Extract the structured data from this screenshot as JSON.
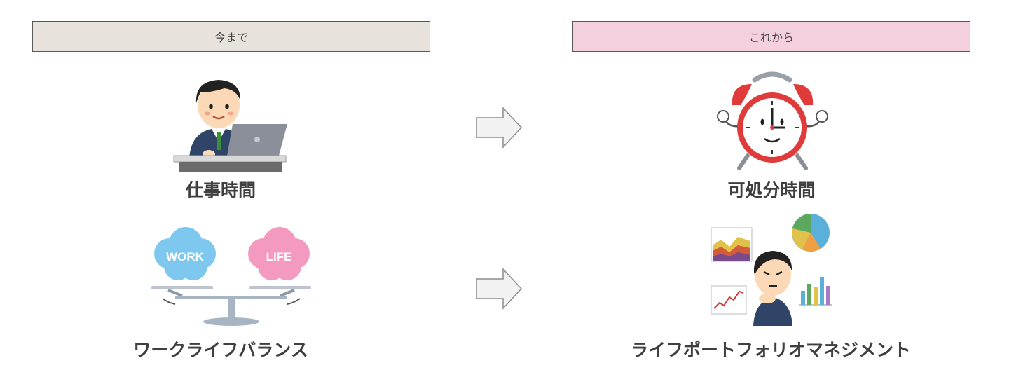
{
  "headers": {
    "before": "今まで",
    "after": "これから"
  },
  "before_items": [
    {
      "label": "仕事時間",
      "icon": "office-worker-laptop"
    },
    {
      "label": "ワークライフバランス",
      "icon": "work-life-scale"
    }
  ],
  "after_items": [
    {
      "label": "可処分時間",
      "icon": "alarm-clock"
    },
    {
      "label": "ライフポートフォリオマネジメント",
      "icon": "analyst-with-charts"
    }
  ],
  "balance_labels": {
    "left": "WORK",
    "right": "LIFE"
  },
  "colors": {
    "before_header_bg": "#e7e2dc",
    "after_header_bg": "#f4cfdd",
    "work_cloud": "#7ec8ef",
    "life_cloud": "#f49ac0",
    "clock_red": "#e03a3a"
  }
}
